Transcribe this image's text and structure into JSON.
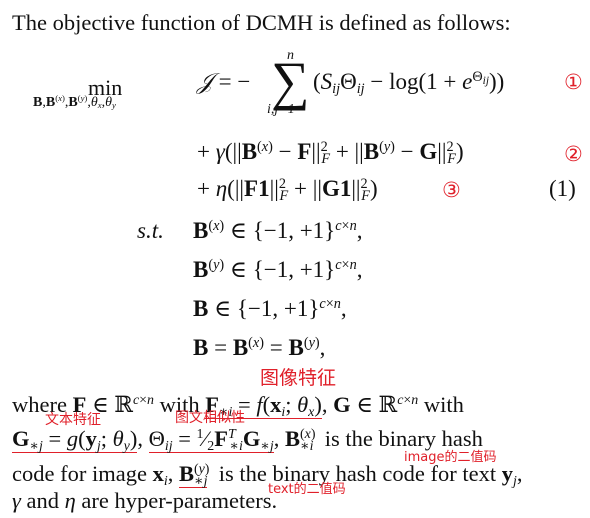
{
  "intro": "The objective function of DCMH is defined as follows:",
  "objective": {
    "min_word": "min",
    "min_subscript": "B,B(x),B(y),θx,θy",
    "term1_lhs": "𝒥 = −",
    "sum_upper": "n",
    "sum_lower": "i,j=1",
    "term1_body": "(SijΘij − log(1 + eΘij))",
    "term1_mark": "①",
    "term2": "+ γ(||B(x) − F||F2 + ||B(y) − G||F2)",
    "term2_mark": "②",
    "term3": "+ η(||F1||F2 + ||G1||F2)",
    "term3_mark": "③",
    "eq_number": "(1)"
  },
  "constraints": {
    "st": "s.t.",
    "c1": "B(x) ∈ {−1, +1}c×n,",
    "c2": "B(y) ∈ {−1, +1}c×n,",
    "c3": "B ∈ {−1, +1}c×n,",
    "c4": "B = B(x) = B(y),"
  },
  "annotations": {
    "image_feature": "图像特征",
    "text_feature": "文本特征",
    "similarity": "图文相似性",
    "image_code": "image的二值码",
    "text_code": "text的二值码"
  },
  "where": {
    "line1": "where F ∈ ℝc×n with F*i = f(xi; θx), G ∈ ℝc×n with",
    "line2": "G*j = g(yj; θy), Θij = ½ F*iT G*j, B*i(x) is the binary hash",
    "line3": "code for image xi, B*j(y) is the binary hash code for text yj,",
    "line4": "γ and η are hyper-parameters."
  }
}
